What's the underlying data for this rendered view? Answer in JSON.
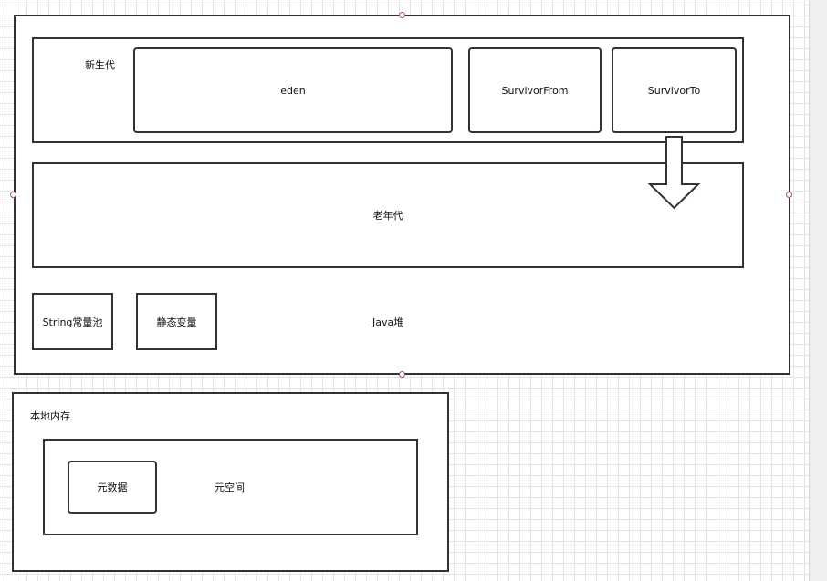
{
  "heap": {
    "young_gen": {
      "label": "新生代",
      "eden": "eden",
      "survivor_from": "SurvivorFrom",
      "survivor_to": "SurvivorTo"
    },
    "old_gen": "老年代",
    "string_pool": "String常量池",
    "static_vars": "静态变量",
    "label": "Java堆"
  },
  "native": {
    "label": "本地内存",
    "metaspace": {
      "label": "元空间",
      "metadata": "元数据"
    }
  },
  "colors": {
    "border": "#333333",
    "grid": "#e4e4e4",
    "handle": "#b05050"
  }
}
